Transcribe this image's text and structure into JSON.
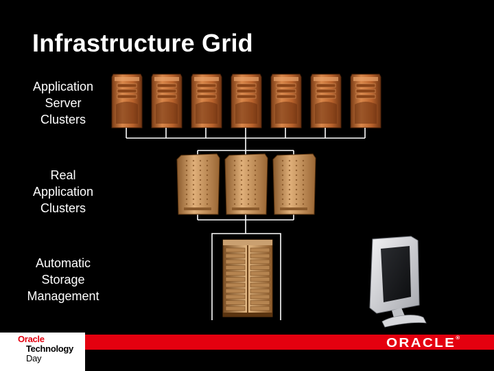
{
  "slide": {
    "title": "Infrastructure Grid"
  },
  "tiers": {
    "app_server": "Application\nServer\nClusters",
    "rac": "Real\nApplication\nClusters",
    "asm": "Automatic\nStorage\nManagement"
  },
  "footer": {
    "event_line1": "Oracle",
    "event_line2": "Technology",
    "event_line3": "Day",
    "logo": "ORACLE",
    "logo_mark": "®"
  },
  "colors": {
    "background": "#000000",
    "accent_red": "#e4000f",
    "server_copper": "#c8743a"
  }
}
